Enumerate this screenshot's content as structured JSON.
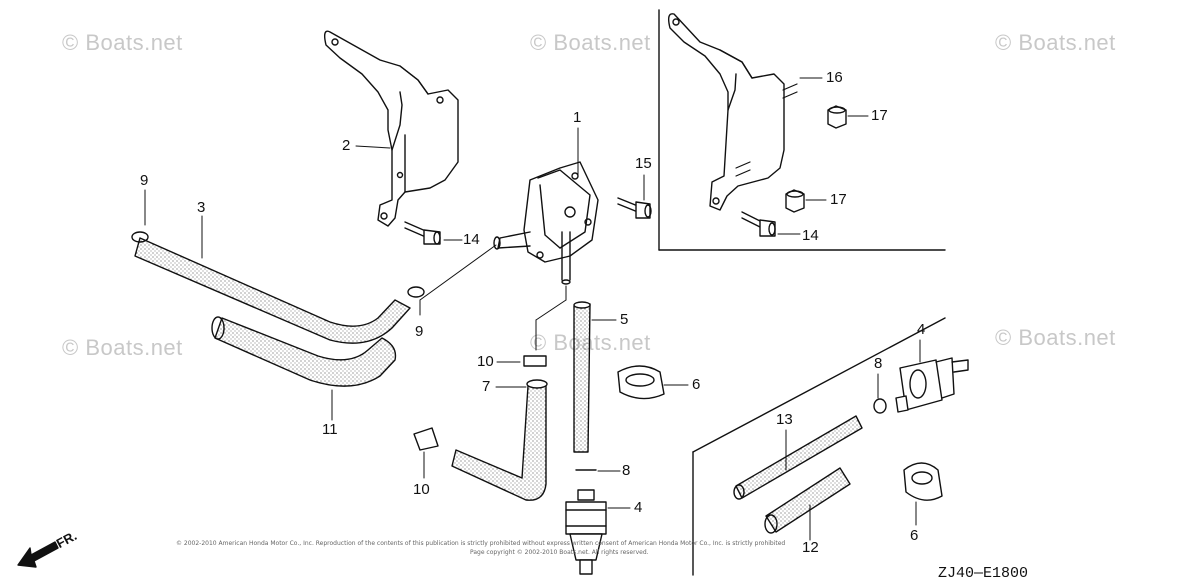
{
  "watermarks": [
    "© Boats.net",
    "© Boats.net",
    "© Boats.net",
    "© Boats.net",
    "© Boats.net",
    "© Boats.net"
  ],
  "callouts": {
    "p1": "1",
    "p2": "2",
    "p3": "3",
    "p4a": "4",
    "p4b": "4",
    "p5": "5",
    "p6a": "6",
    "p6b": "6",
    "p7": "7",
    "p8a": "8",
    "p8b": "8",
    "p9a": "9",
    "p9b": "9",
    "p10a": "10",
    "p10b": "10",
    "p11": "11",
    "p12": "12",
    "p13": "13",
    "p14a": "14",
    "p14b": "14",
    "p15": "15",
    "p16": "16",
    "p17a": "17",
    "p17b": "17"
  },
  "direction_label": "FR.",
  "diagram_code": "ZJ40—E1800",
  "copyright_line1": "© 2002-2010 American Honda Motor Co., Inc. Reproduction of the contents of this publication is strictly prohibited without express written consent of American Honda Motor Co., Inc. is strictly prohibited",
  "copyright_line2": "Page copyright © 2002-2010 Boats.net. All rights reserved."
}
